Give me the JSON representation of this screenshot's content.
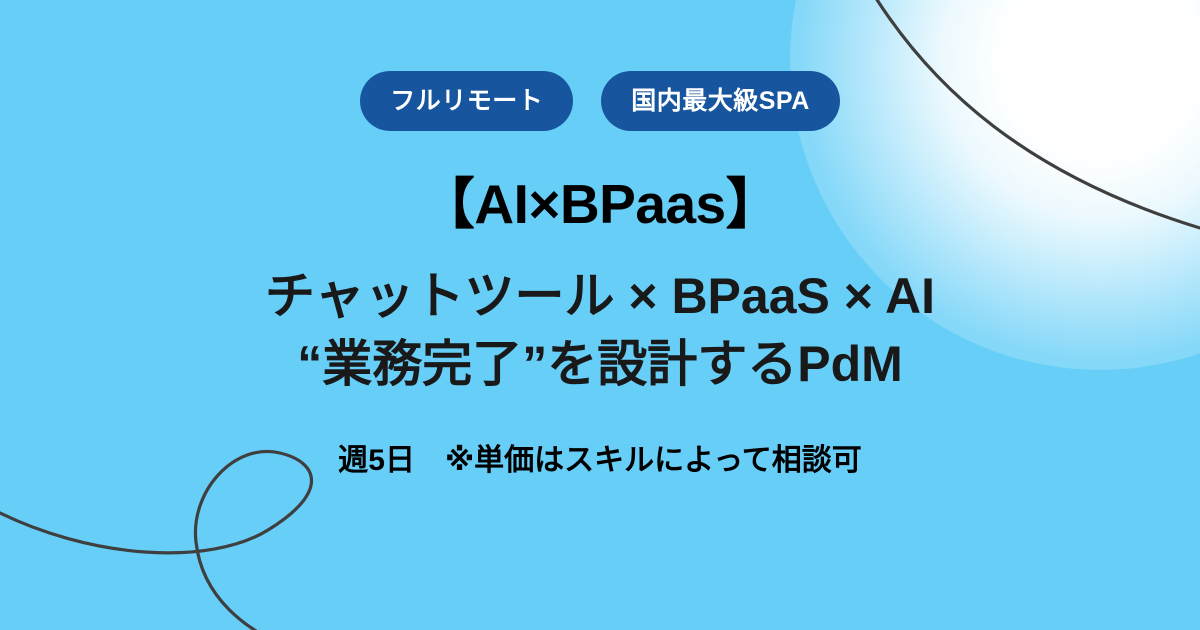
{
  "banner": {
    "background_color": "#66CEF7",
    "badges": [
      {
        "label": "フルリモート",
        "name": "badge-full-remote"
      },
      {
        "label": "国内最大級SPA",
        "name": "badge-largest-spa"
      }
    ],
    "headline": "【AI×BPaas】",
    "sublines": [
      "チャットツール × BPaaS × AI",
      "“業務完了”を設計するPdM"
    ],
    "footnote": "週5日　※単価はスキルによって相談可",
    "colors": {
      "background": "#66CEF7",
      "badge_background": "#17569F",
      "badge_text": "#FFFFFF",
      "headline_text": "#000000",
      "subline_text": "#191919",
      "footnote_text": "#000000",
      "decor_line": "#3F3F3F",
      "glow": "#FFFFFF"
    },
    "decorations": [
      {
        "name": "glow-top-right",
        "kind": "radial-glow"
      },
      {
        "name": "curve-top-right",
        "kind": "line"
      },
      {
        "name": "loop-bottom-left",
        "kind": "loop"
      }
    ]
  }
}
